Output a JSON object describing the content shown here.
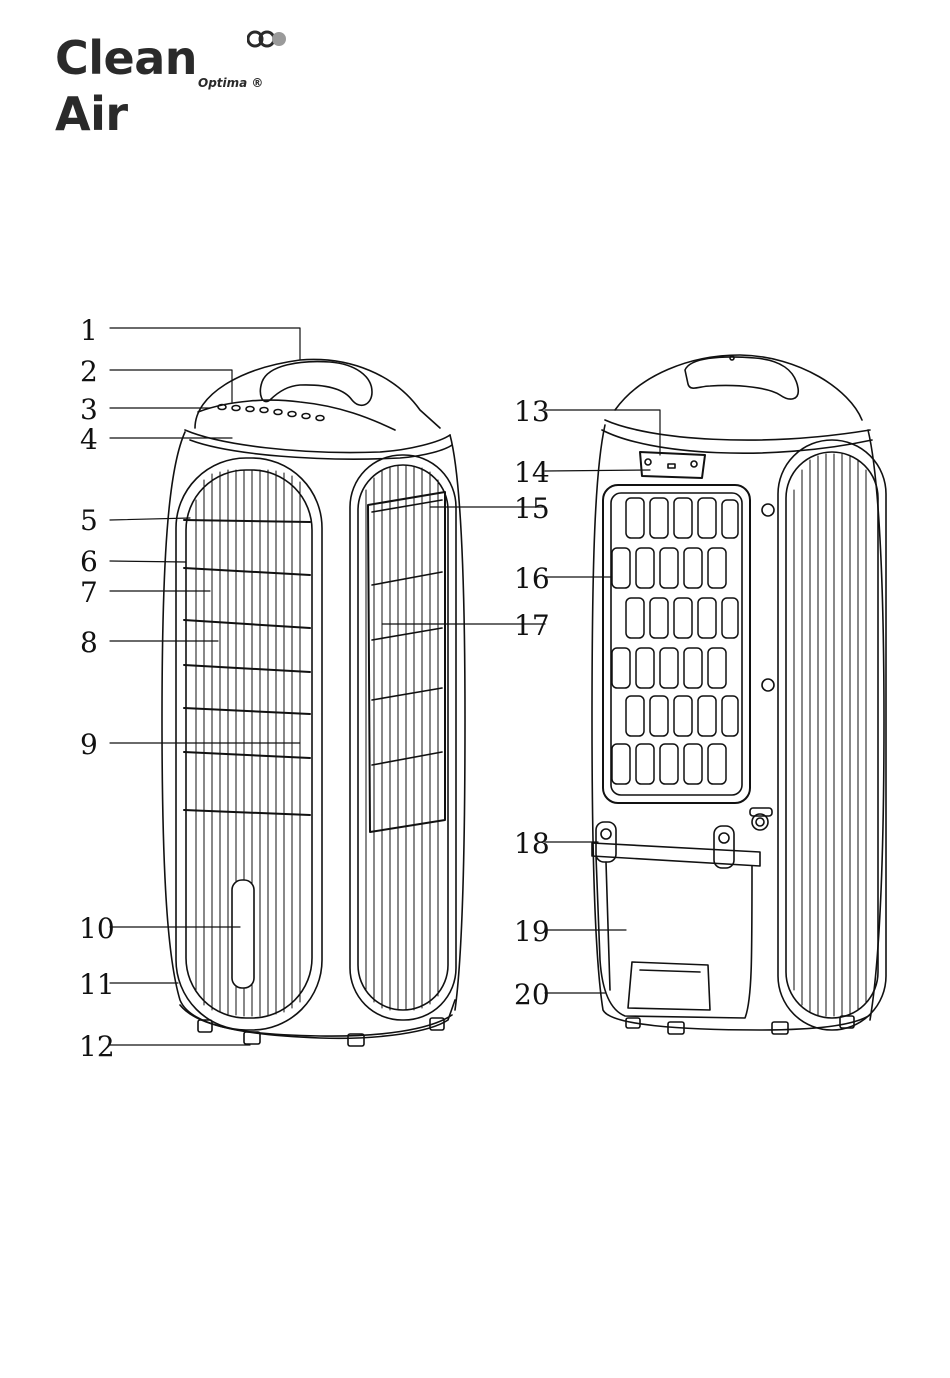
{
  "brand": {
    "name": "Clean Air",
    "tagline": "Optima ®"
  },
  "callouts": {
    "front": [
      "1",
      "2",
      "3",
      "4",
      "5",
      "6",
      "7",
      "8",
      "9",
      "10",
      "11",
      "12"
    ],
    "back": [
      "13",
      "14",
      "15",
      "16",
      "17",
      "18",
      "19",
      "20"
    ]
  },
  "colors": {
    "line": "#111111",
    "background": "#ffffff",
    "logo": "#2a2a2a"
  }
}
